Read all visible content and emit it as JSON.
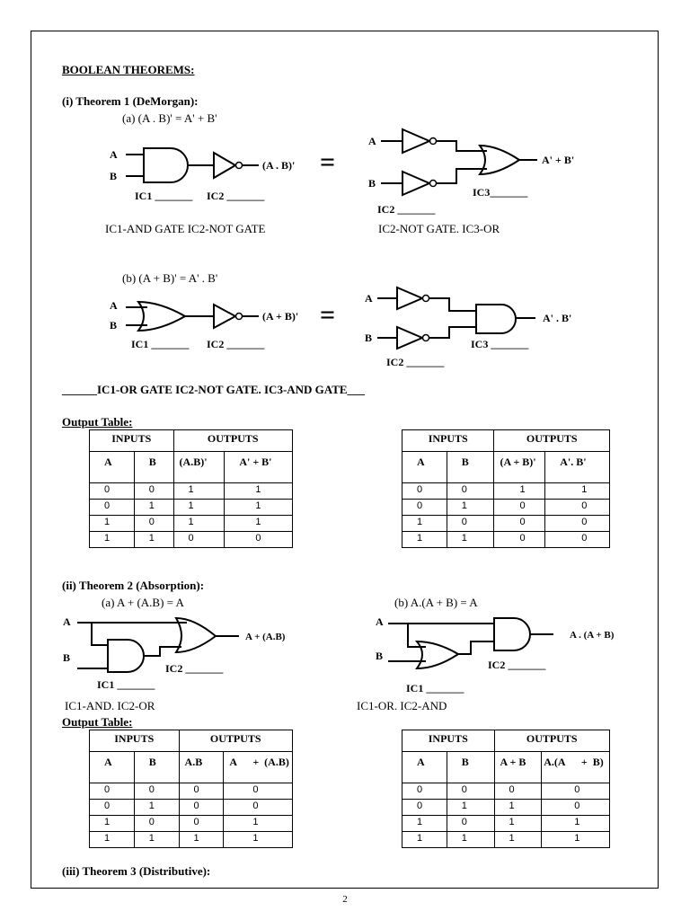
{
  "title": "BOOLEAN THEOREMS:",
  "theorem1": {
    "heading": "(i)   Theorem 1 (DeMorgan):",
    "a_eq": "(a) (A . B)' = A' + B'",
    "b_eq": "(b) (A + B)' = A' . B'",
    "a_left_caption": "IC1-AND GATE   IC2-NOT GATE",
    "a_right_caption": "IC2-NOT GATE.      IC3-OR",
    "b_caption": "______IC1-OR GATE  IC2-NOT GATE.         IC3-AND GATE___",
    "equals": "="
  },
  "diagram_labels": {
    "A": "A",
    "B": "B",
    "ic1": "IC1 _______",
    "ic2": "IC2 _______",
    "ic3": "IC3_______",
    "ic3b": "IC3 _______",
    "out_ab_not": "(A . B)'",
    "out_apb_not": "(A + B)'",
    "out_a_or_b": "A' + B'",
    "out_a_and_b": "A' . B'",
    "abs_a_out": "A + (A.B)",
    "abs_b_out": "A . (A + B)"
  },
  "output_table_label": "Output Table:",
  "table1": {
    "h_inputs": "INPUTS",
    "h_outputs": "OUTPUTS",
    "cols": [
      "A",
      "B",
      "(A.B)'",
      "A' + B'"
    ],
    "rows": [
      [
        "0",
        "0",
        "1",
        "1"
      ],
      [
        "0",
        "1",
        "1",
        "1"
      ],
      [
        "1",
        "0",
        "1",
        "1"
      ],
      [
        "1",
        "1",
        "0",
        "0"
      ]
    ]
  },
  "table2": {
    "h_inputs": "INPUTS",
    "h_outputs": "OUTPUTS",
    "cols": [
      "A",
      "B",
      "(A + B)'",
      "A'. B'"
    ],
    "rows": [
      [
        "0",
        "0",
        "1",
        "1"
      ],
      [
        "0",
        "1",
        "0",
        "0"
      ],
      [
        "1",
        "0",
        "0",
        "0"
      ],
      [
        "1",
        "1",
        "0",
        "0"
      ]
    ]
  },
  "theorem2": {
    "heading": "(ii)   Theorem 2 (Absorption):",
    "a_eq": "(a) A + (A.B) = A",
    "b_eq": "(b) A.(A + B) = A",
    "a_caption": "IC1-AND.        IC2-OR",
    "b_caption": "IC1-OR.        IC2-AND"
  },
  "table3": {
    "h_inputs": "INPUTS",
    "h_outputs": "OUTPUTS",
    "cols": [
      "A",
      "B",
      "A.B",
      "A      +  (A.B)"
    ],
    "rows": [
      [
        "0",
        "0",
        "0",
        "0"
      ],
      [
        "0",
        "1",
        "0",
        "0"
      ],
      [
        "1",
        "0",
        "0",
        "1"
      ],
      [
        "1",
        "1",
        "1",
        "1"
      ]
    ]
  },
  "table4": {
    "h_inputs": "INPUTS",
    "h_outputs": "OUTPUTS",
    "cols": [
      "A",
      "B",
      "A + B",
      "A.(A      +  B)"
    ],
    "rows": [
      [
        "0",
        "0",
        "0",
        "0"
      ],
      [
        "0",
        "1",
        "1",
        "0"
      ],
      [
        "1",
        "0",
        "1",
        "1"
      ],
      [
        "1",
        "1",
        "1",
        "1"
      ]
    ]
  },
  "theorem3": {
    "heading": "(iii)  Theorem 3 (Distributive):"
  },
  "page_number": "2"
}
